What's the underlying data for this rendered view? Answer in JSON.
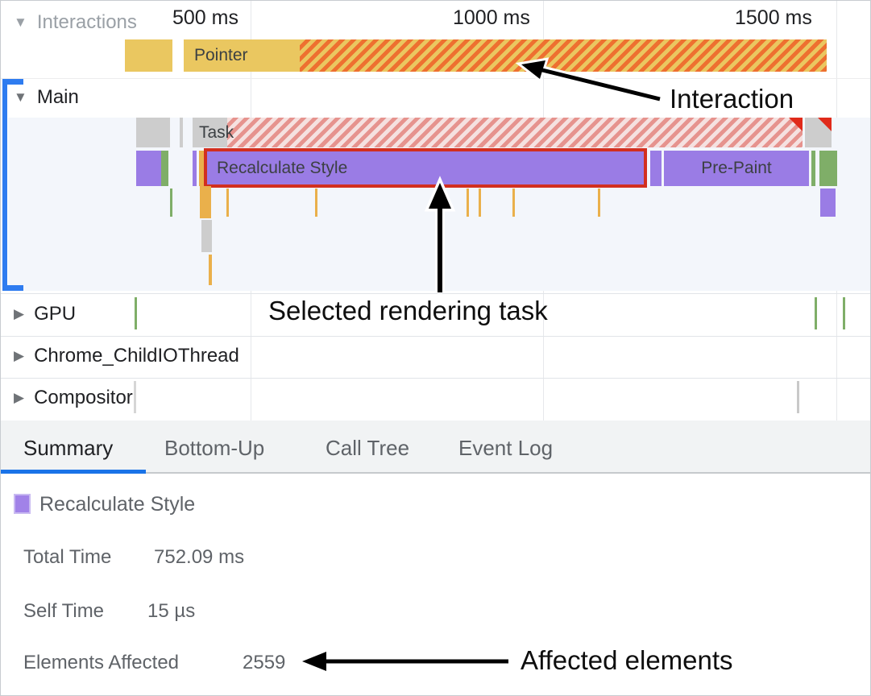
{
  "icons": {
    "expanded": "▼",
    "collapsed": "▶"
  },
  "ruler": {
    "ticks": [
      "500 ms",
      "1000 ms",
      "1500 ms"
    ]
  },
  "tracks": {
    "interactions": {
      "label": "Interactions",
      "pointer": "Pointer"
    },
    "main": {
      "label": "Main",
      "task": "Task",
      "selected": "Recalculate Style",
      "prepaint": "Pre-Paint"
    },
    "gpu": {
      "label": "GPU"
    },
    "io": {
      "label": "Chrome_ChildIOThread"
    },
    "compositor": {
      "label": "Compositor"
    }
  },
  "annotations": {
    "interaction": "Interaction",
    "selected_task": "Selected rendering task",
    "affected": "Affected elements"
  },
  "tabs": [
    {
      "label": "Summary",
      "active": true
    },
    {
      "label": "Bottom-Up",
      "active": false
    },
    {
      "label": "Call Tree",
      "active": false
    },
    {
      "label": "Event Log",
      "active": false
    }
  ],
  "summary": {
    "title": "Recalculate Style",
    "rows": [
      {
        "label": "Total Time",
        "value": "752.09 ms"
      },
      {
        "label": "Self Time",
        "value": "15 µs"
      },
      {
        "label": "Elements Affected",
        "value": "2559"
      }
    ]
  },
  "colors": {
    "accent_blue": "#1a73e8",
    "selection_border_red": "#d22f1f",
    "warning_red": "#e02a1a",
    "event_purple": "#9a7ce5",
    "event_green": "#7fae68",
    "interaction_yellow": "#eac760",
    "interaction_orange": "#ee7030",
    "script_amber": "#eab04b",
    "task_gray": "#cdcdcd"
  }
}
